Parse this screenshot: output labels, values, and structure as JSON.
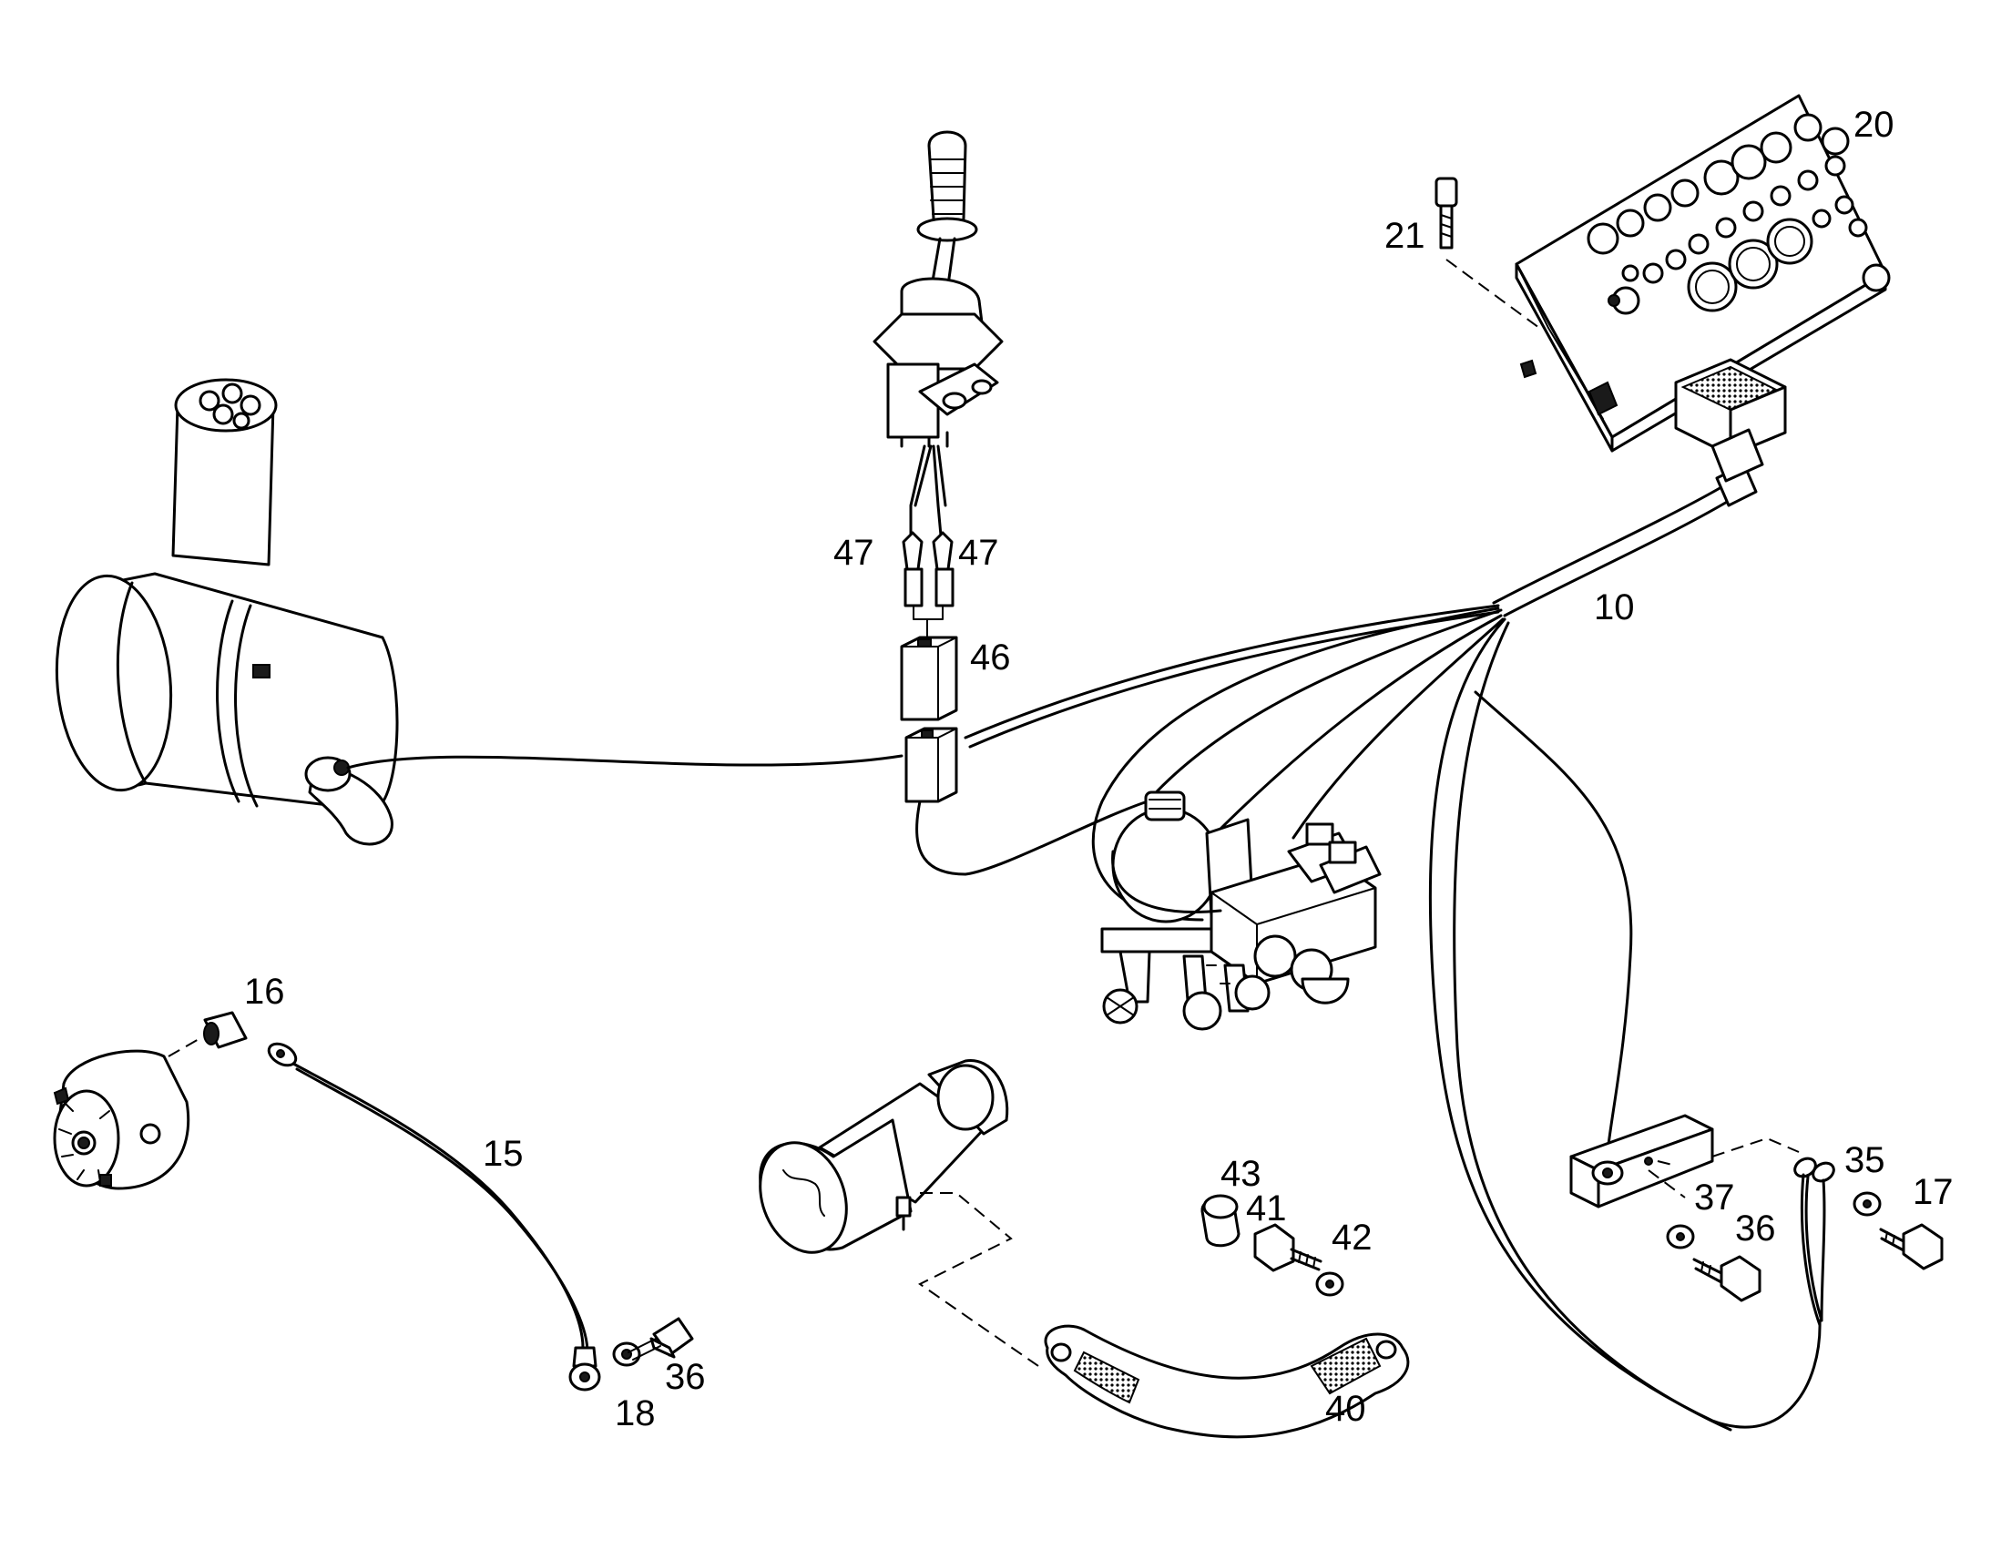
{
  "callouts": {
    "c10": "10",
    "c15": "15",
    "c16": "16",
    "c17": "17",
    "c18": "18",
    "c20": "20",
    "c21": "21",
    "c35": "35",
    "c36a": "36",
    "c36b": "36",
    "c37": "37",
    "c40": "40",
    "c41": "41",
    "c42": "42",
    "c43": "43",
    "c46": "46",
    "c47a": "47",
    "c47b": "47"
  }
}
